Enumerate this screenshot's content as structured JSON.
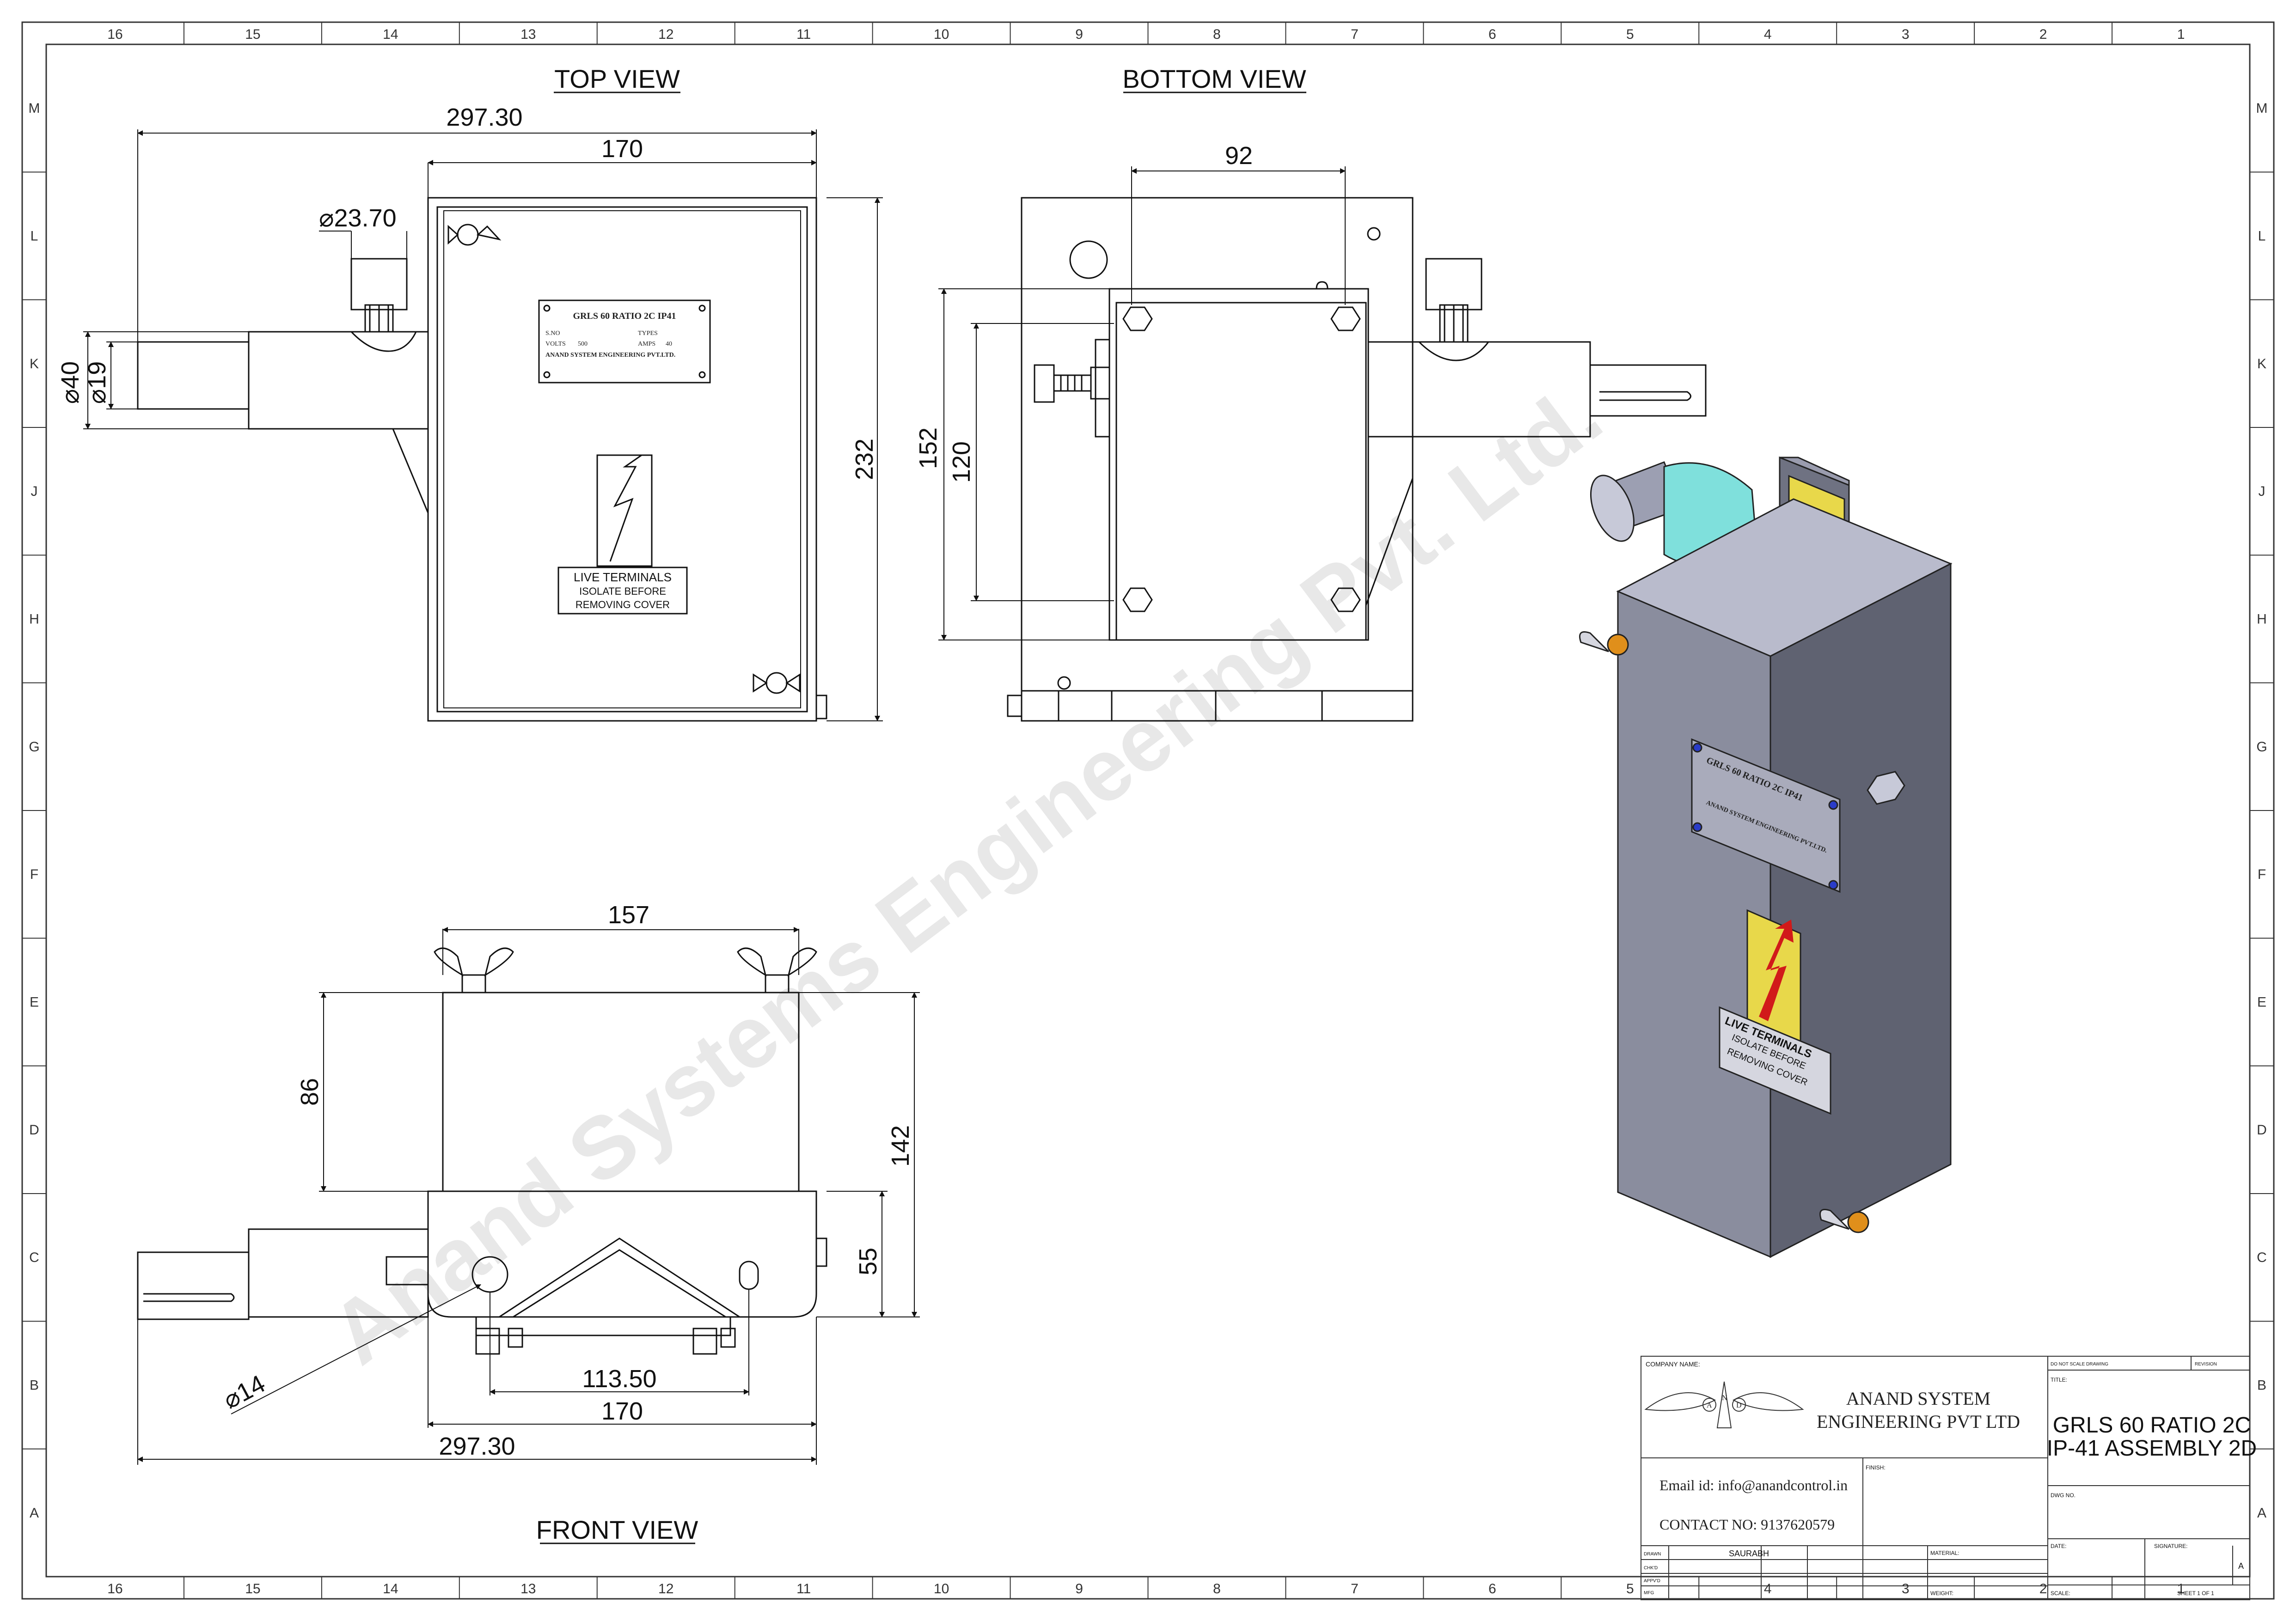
{
  "border": {
    "columns": [
      "16",
      "15",
      "14",
      "13",
      "12",
      "11",
      "10",
      "9",
      "8",
      "7",
      "6",
      "5",
      "4",
      "3",
      "2",
      "1"
    ],
    "rows": [
      "M",
      "L",
      "K",
      "J",
      "H",
      "G",
      "F",
      "E",
      "D",
      "C",
      "B",
      "A"
    ]
  },
  "views": {
    "top": "TOP VIEW",
    "bottom": "BOTTOM VIEW",
    "front": "FRONT VIEW"
  },
  "dimensions": {
    "top_overall": "297.30",
    "top_body": "170",
    "top_height": "232",
    "top_knob_dia": "⌀23.70",
    "top_dia40": "⌀40",
    "top_dia19": "⌀19",
    "bottom_width": "92",
    "bottom_h152": "152",
    "bottom_h120": "120",
    "front_157": "157",
    "front_86": "86",
    "front_142": "142",
    "front_55": "55",
    "front_113": "113.50",
    "front_170": "170",
    "front_297": "297.30",
    "front_dia14": "⌀14"
  },
  "nameplate": {
    "title": "GRLS 60 RATIO 2C IP41",
    "sno": "S.NO",
    "types": "TYPES",
    "volts_label": "VOLTS",
    "volts": "500",
    "amps_label": "AMPS",
    "amps": "40",
    "maker": "ANAND SYSTEM ENGINEERING PVT.LTD."
  },
  "warning": {
    "line1": "LIVE TERMINALS",
    "line2": "ISOLATE BEFORE",
    "line3": "REMOVING COVER"
  },
  "watermark": "Anand Systems Engineering Pvt. Ltd.",
  "title_block": {
    "company_label": "COMPANY NAME:",
    "company_line1": "ANAND SYSTEM",
    "company_line2": "ENGINEERING PVT LTD",
    "email": "Email id: info@anandcontrol.in",
    "contact": "CONTACT NO: 9137620579",
    "scale_note": "DO NOT SCALE DRAWING",
    "revision_label": "REVISION",
    "title_label": "TITLE:",
    "title_line1": "GRLS 60 RATIO 2C",
    "title_line2": "IP-41 ASSEMBLY 2D",
    "finish_label": "FINISH:",
    "dwg_label": "DWG NO.",
    "date_label": "DATE:",
    "signature_label": "SIGNATURE:",
    "size": "A",
    "material_label": "MATERIAL:",
    "weight_label": "WEIGHT:",
    "scale_label": "SCALE:",
    "sheet_label": "SHEET 1 OF 1",
    "drawn_label": "DRAWN",
    "drawn_name": "SAURABH",
    "chkd_label": "CHK'D",
    "appvd_label": "APPV'D",
    "mfg_label": "MFG",
    "logo_left": "A",
    "logo_mid": "N",
    "logo_right": "D"
  },
  "colors": {
    "line": "#111111",
    "body_grey": "#8a8d9e",
    "side_grey": "#5f6271",
    "top_grey": "#b9bbcc",
    "cyan": "#7fe0dc",
    "yellow": "#e8d84a",
    "warning_red": "#d11a1a"
  }
}
